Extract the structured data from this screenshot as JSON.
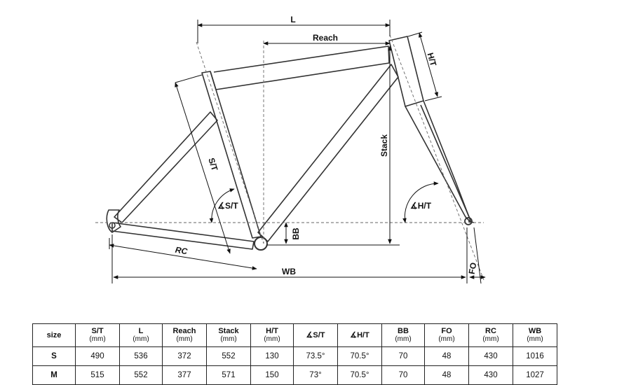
{
  "labels": {
    "l": "L",
    "reach": "Reach",
    "ht": "H/T",
    "st": "S/T",
    "stack": "Stack",
    "st_angle": "∡S/T",
    "ht_angle": "∡H/T",
    "bb": "BB",
    "rc": "RC",
    "wb": "WB",
    "fo": "FO"
  },
  "table": {
    "headers": [
      {
        "name": "size",
        "unit": ""
      },
      {
        "name": "S/T",
        "unit": "(mm)"
      },
      {
        "name": "L",
        "unit": "(mm)"
      },
      {
        "name": "Reach",
        "unit": "(mm)"
      },
      {
        "name": "Stack",
        "unit": "(mm)"
      },
      {
        "name": "H/T",
        "unit": "(mm)"
      },
      {
        "name": "∡S/T",
        "unit": ""
      },
      {
        "name": "∡H/T",
        "unit": ""
      },
      {
        "name": "BB",
        "unit": "(mm)"
      },
      {
        "name": "FO",
        "unit": "(mm)"
      },
      {
        "name": "RC",
        "unit": "(mm)"
      },
      {
        "name": "WB",
        "unit": "(mm)"
      }
    ],
    "rows": [
      [
        "S",
        "490",
        "536",
        "372",
        "552",
        "130",
        "73.5°",
        "70.5°",
        "70",
        "48",
        "430",
        "1016"
      ],
      [
        "M",
        "515",
        "552",
        "377",
        "571",
        "150",
        "73°",
        "70.5°",
        "70",
        "48",
        "430",
        "1027"
      ]
    ]
  }
}
